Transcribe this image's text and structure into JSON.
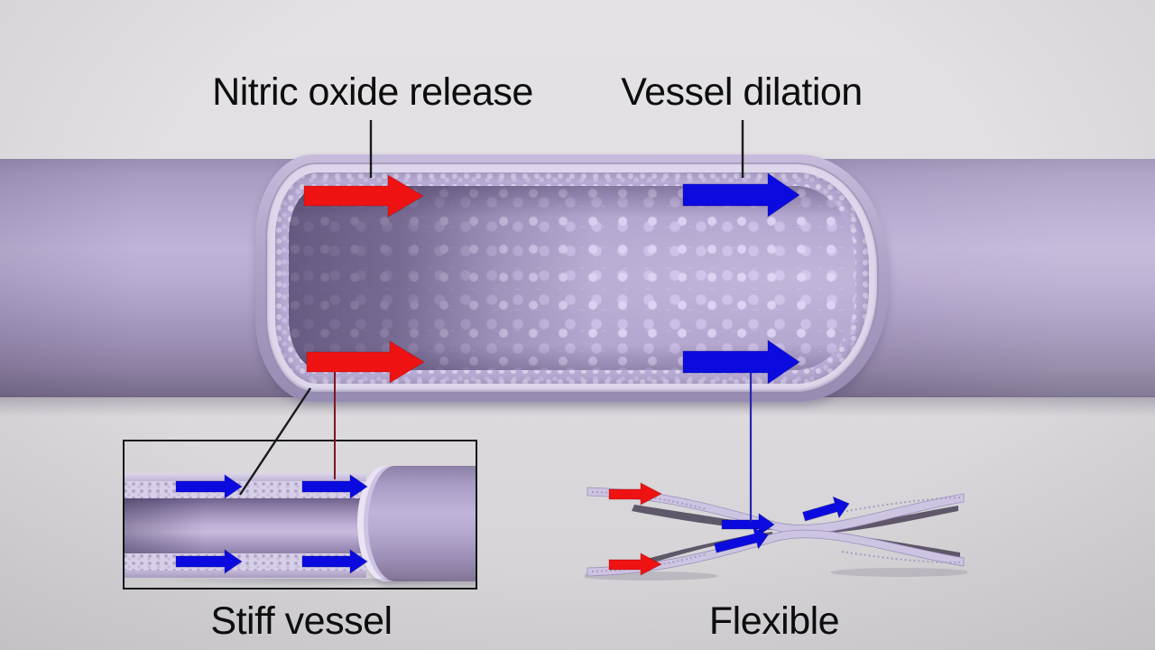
{
  "labels": {
    "nitric_oxide": "Nitric oxide release",
    "vessel_dilation": "Vessel dilation",
    "stiff_vessel": "Stiff vessel",
    "flexible": "Flexible"
  },
  "colors": {
    "background": "#e2e0e3",
    "vessel": "#ab9fc5",
    "vessel_highlight": "#bfb3d7",
    "vessel_shadow": "#7b7090",
    "cut_face": "#ded7eb",
    "lumen_fill": "#b3a6cf",
    "bubble_light": "#d9cff0",
    "arrow_red": "#ee1212",
    "arrow_blue": "#0b0be0",
    "leader_black": "#1a1a1a",
    "leader_dark_red": "#7c1820",
    "leader_blue": "#2726b2",
    "inset_border": "#141414",
    "text": "#0d0d0d"
  },
  "figures": {
    "main_vessel": {
      "arrows": [
        {
          "name": "nitric-oxide-flow-top",
          "color": "red",
          "direction": "right"
        },
        {
          "name": "nitric-oxide-flow-bottom",
          "color": "red",
          "direction": "right"
        },
        {
          "name": "dilation-flow-top",
          "color": "blue",
          "direction": "right"
        },
        {
          "name": "dilation-flow-bottom",
          "color": "blue",
          "direction": "right"
        }
      ]
    },
    "stiff_vessel_inset": {
      "arrows": [
        {
          "color": "blue",
          "direction": "right"
        },
        {
          "color": "blue",
          "direction": "right"
        },
        {
          "color": "blue",
          "direction": "right"
        },
        {
          "color": "blue",
          "direction": "right"
        }
      ]
    },
    "flexible_vessel": {
      "arrows": [
        {
          "color": "red",
          "direction": "right"
        },
        {
          "color": "red",
          "direction": "right"
        },
        {
          "color": "blue",
          "direction": "right"
        },
        {
          "color": "blue",
          "direction": "up-right"
        },
        {
          "color": "blue",
          "direction": "up-right"
        }
      ]
    }
  }
}
